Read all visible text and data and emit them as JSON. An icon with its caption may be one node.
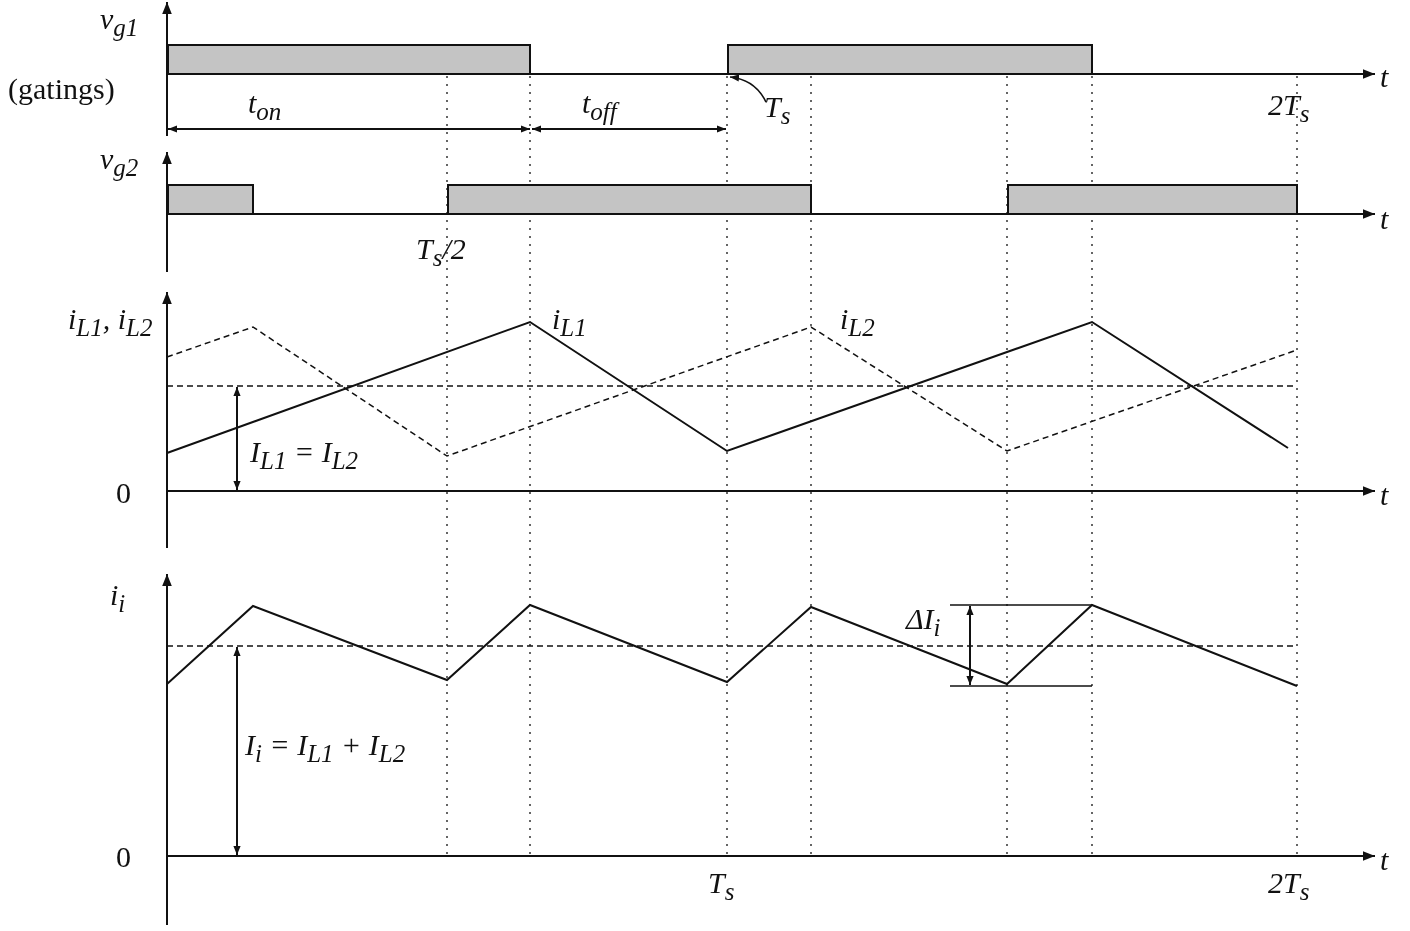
{
  "diagram": {
    "nodes": [
      {
        "text": [],
        "shape": "bar"
      },
      {
        "text": [],
        "shape": "bar"
      },
      {
        "text": [
          "T$_{s}$"
        ]
      },
      {
        "text": [],
        "shape": "bar"
      },
      {
        "text": [],
        "shape": "bar"
      },
      {
        "text": [],
        "shape": "bar"
      }
    ],
    "edges": [
      {
        "from": 2,
        "to": 1,
        "arrow": "to"
      }
    ],
    "labels": [
      "v$_{g1}$",
      "(gatings)",
      "t",
      "t$_{on}$",
      "t$_{off}$",
      "2T$_{s}$",
      "v$_{g2}$",
      "t",
      "T$_{s}$/2",
      "i$_{L1}$, i$_{L2}$",
      "i$_{L1}$",
      "i$_{L2}$",
      "I$_{L1}$ = I$_{L2}$",
      "0",
      "t",
      "i$_{i}$",
      "ΔI$_{i}$",
      "I$_{i}$ = I$_{L1}$ + I$_{L2}$",
      "0",
      "t",
      "T$_{s}$",
      "2T$_{s}$"
    ]
  }
}
